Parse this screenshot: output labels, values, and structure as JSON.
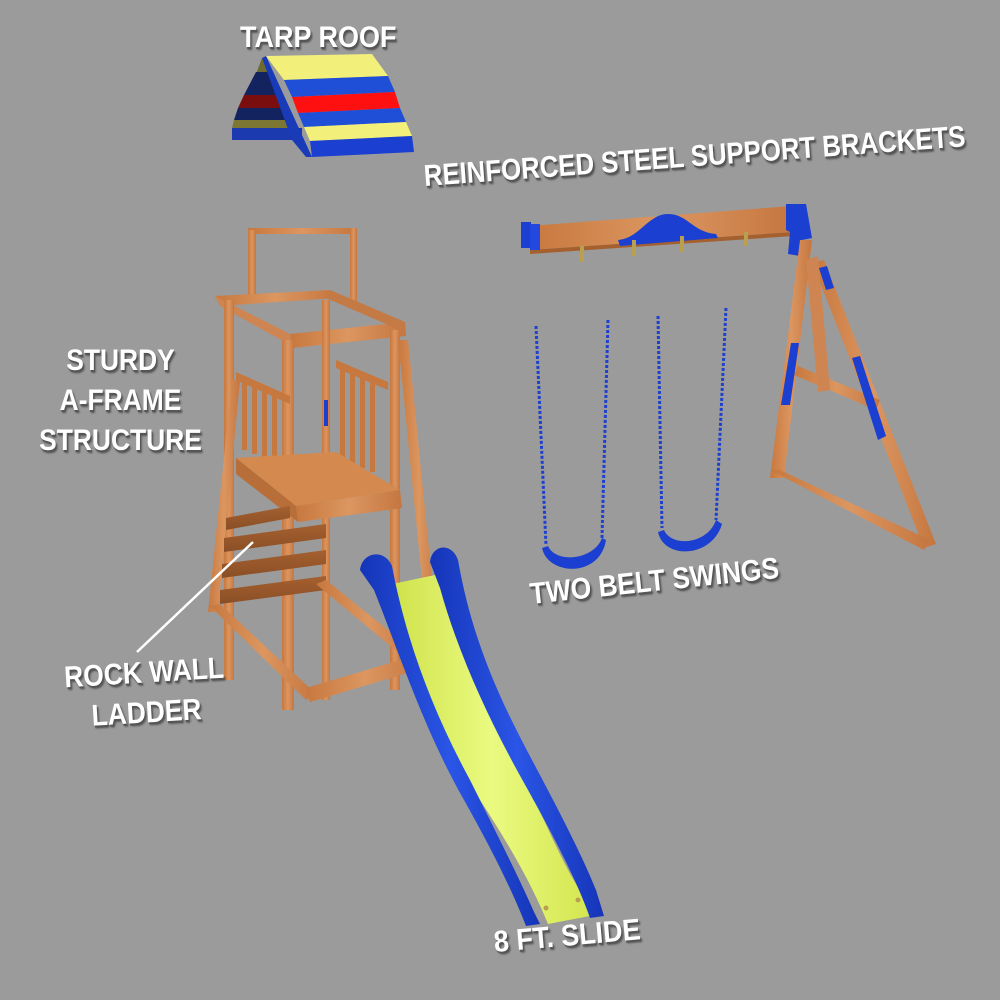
{
  "scene": {
    "background_color": "#9b9b9b",
    "subject": "Wooden swing set playset exploded view with feature callouts"
  },
  "callouts": {
    "tarp_roof": "TARP ROOF",
    "support_brackets": "REINFORCED STEEL SUPPORT BRACKETS",
    "a_frame": [
      "STURDY",
      "A-FRAME",
      "STRUCTURE"
    ],
    "rock_wall": [
      "ROCK WALL",
      "LADDER"
    ],
    "swings": "TWO BELT SWINGS",
    "slide": "8 FT. SLIDE"
  },
  "components": {
    "tarp_stripe_colors": [
      "#f2f07a",
      "#1e4fd6",
      "#ff1010",
      "#1e4fd6",
      "#f2f07a"
    ],
    "wood_color": "#d48a4e",
    "bracket_color": "#1b3fd0",
    "slide_bed_color": "#e4f46a",
    "slide_rail_color": "#1b3fd0",
    "swing_color": "#1b3fd0",
    "swing_count": 2
  }
}
